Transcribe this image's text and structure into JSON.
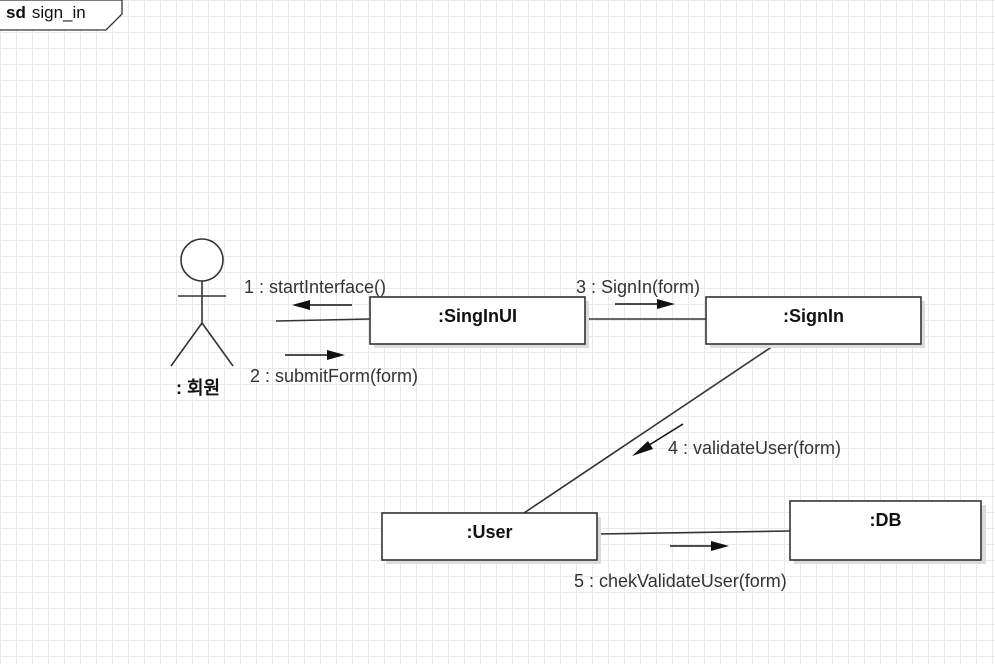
{
  "frame": {
    "keyword": "sd",
    "name": "sign_in"
  },
  "actor": {
    "name": ": 회원"
  },
  "objects": {
    "singinui": ":SingInUI",
    "signin": ":SignIn",
    "user": ":User",
    "db": ":DB"
  },
  "messages": {
    "m1": "1 : startInterface()",
    "m2": "2 : submitForm(form)",
    "m3": "3 : SignIn(form)",
    "m4": "4 : validateUser(form)",
    "m5": "5 : chekValidateUser(form)"
  },
  "colors": {
    "line": "#333333",
    "box_shadow": "#dcdcdc",
    "grid": "#e9e9e9"
  }
}
